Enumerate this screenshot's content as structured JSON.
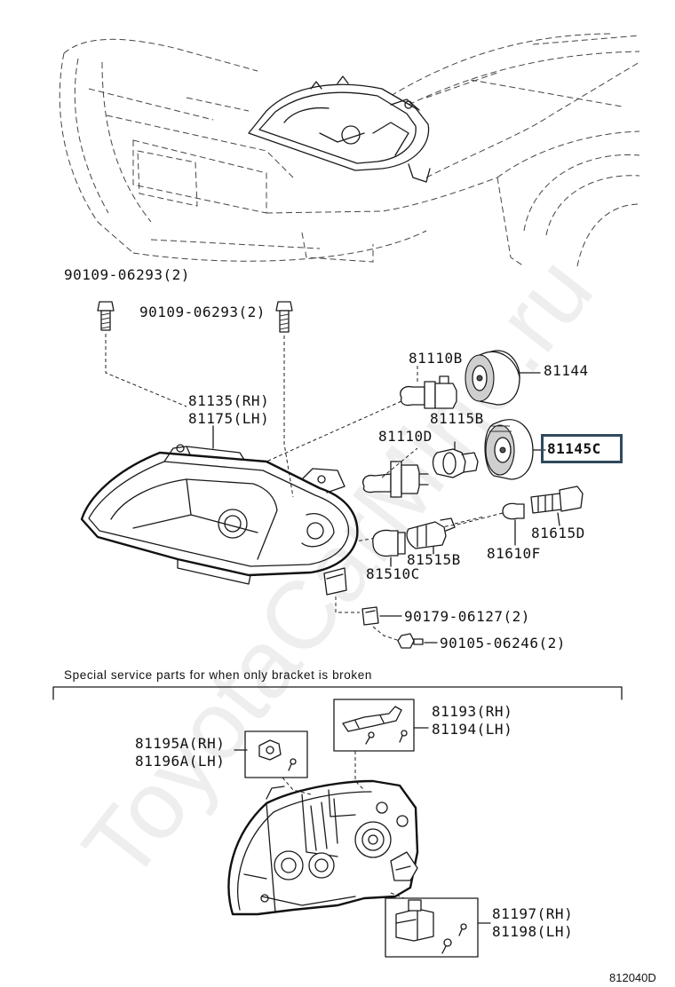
{
  "parts": {
    "bolt_1": "90109-06293(2)",
    "bolt_2": "90109-06293(2)",
    "unit_rh": "81135(RH)",
    "unit_lh": "81175(LH)",
    "bulb_81110b": "81110B",
    "cover_81144": "81144",
    "socket_81115b": "81115B",
    "bulb_81110d": "81110D",
    "cover_81145c": "81145C",
    "socket_81615d": "81615D",
    "bulb_81610f": "81610F",
    "socket_81515b": "81515B",
    "bulb_81510c": "81510C",
    "nut_90179": "90179-06127(2)",
    "bolt_90105": "90105-06246(2)"
  },
  "service_note": "Special service parts for when only bracket is broken",
  "service_parts": {
    "bracket_81193": "81193(RH)",
    "bracket_81194": "81194(LH)",
    "bracket_81195a": "81195A(RH)",
    "bracket_81196a": "81196A(LH)",
    "bracket_81197": "81197(RH)",
    "bracket_81198": "81198(LH)"
  },
  "diagram_code": "812040D",
  "watermark": "ToyotaCarMine.ru",
  "highlighted_part": "81145C",
  "colors": {
    "line": "#1a1a1a",
    "highlight_border": "#2f4a5c",
    "watermark": "#787878"
  }
}
